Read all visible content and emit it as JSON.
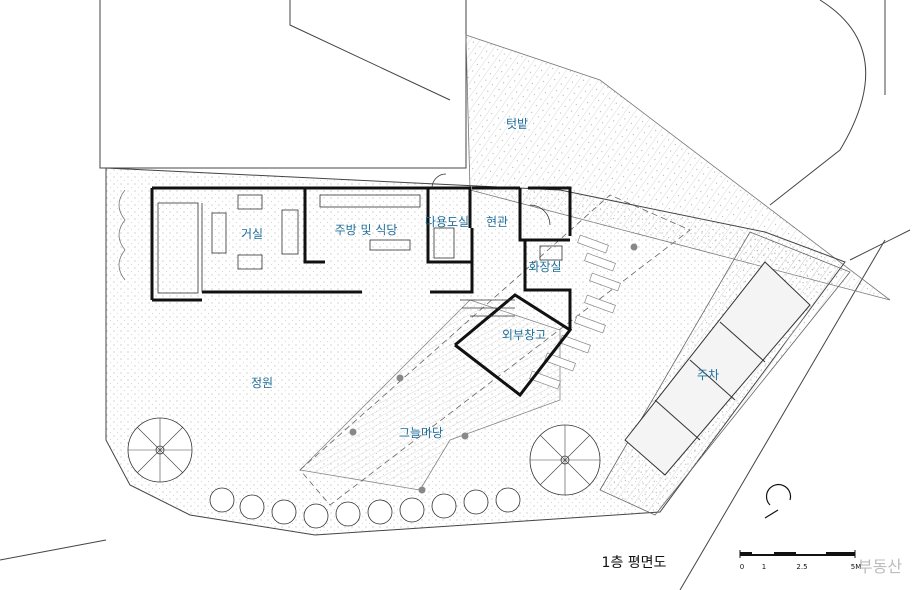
{
  "rooms": {
    "living": "거실",
    "kitchen": "주방 및 식당",
    "utility": "다용도실",
    "entrance": "현관",
    "restroom": "화장실",
    "storage": "외부창고",
    "vegetable_garden": "텃밭",
    "garden": "정원",
    "shade_yard": "그늘마당",
    "parking": "주차"
  },
  "drawing": {
    "title": "1층 평면도",
    "scale_ticks": [
      "0",
      "1",
      "2.5",
      "5M"
    ]
  },
  "watermark": "부동산",
  "colors": {
    "line": "#222222",
    "thin_line": "#888888",
    "label": "#1f6f9a",
    "hatch": "#c8c8c8"
  }
}
